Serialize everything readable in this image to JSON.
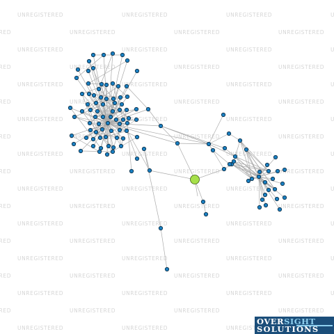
{
  "watermark": {
    "text": "UNREGISTERED"
  },
  "logo": {
    "line1_a": "OVER",
    "line1_b": "SIGHT",
    "line2": "SOLUTIONS"
  },
  "graph": {
    "edge_color": "#aaaaaa",
    "node_fill": "#1a7fc1",
    "node_stroke": "#0b2a40",
    "focus_fill": "#a6e04a",
    "focus_stroke": "#3c5a12"
  }
}
